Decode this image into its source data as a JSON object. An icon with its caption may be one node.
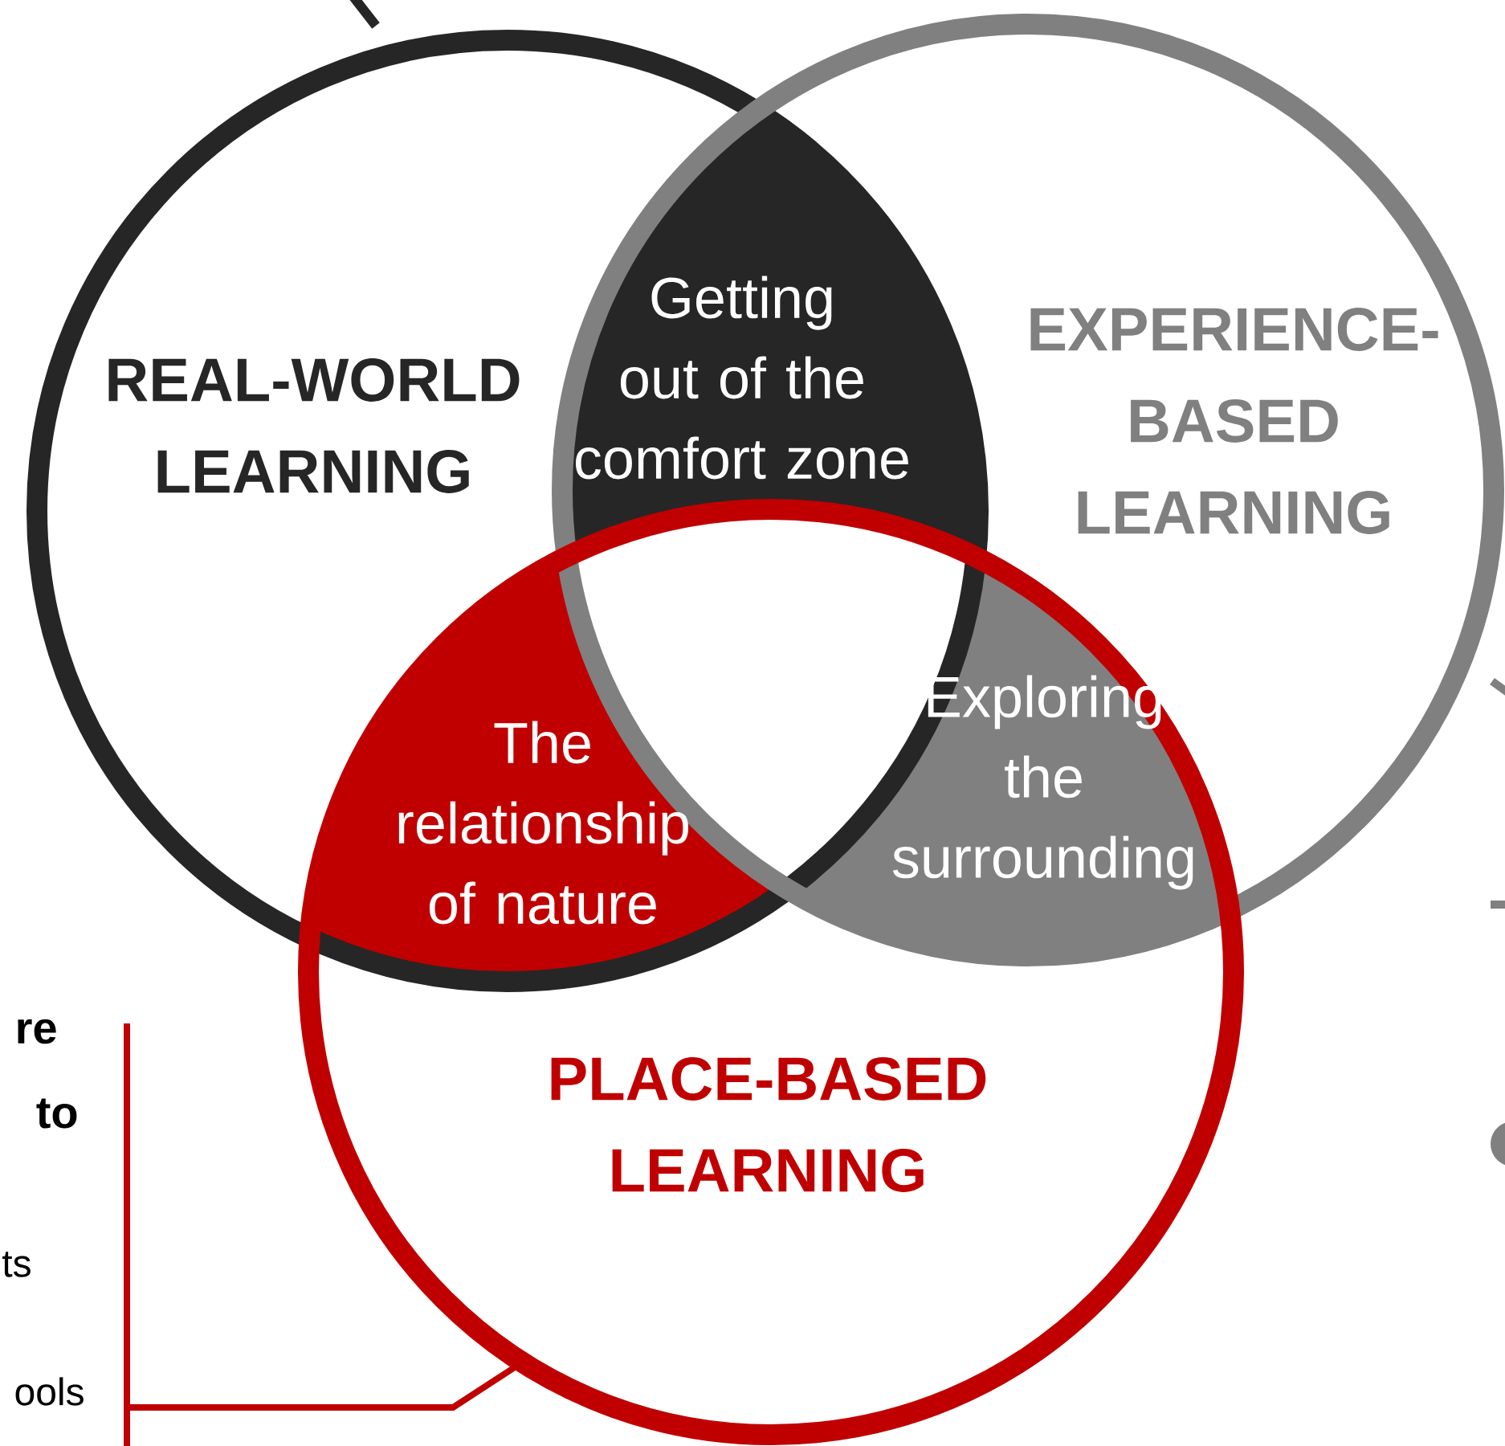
{
  "diagram": {
    "nodes": [
      {
        "text": [
          "REAL-WORLD LEARNING"
        ]
      },
      {
        "text": [
          "EXPERIENCE-BASED LEARNING"
        ]
      },
      {
        "text": [
          "PLACE-BASED LEARNING"
        ]
      },
      {
        "text": [
          "Getting out of the comfort zone"
        ]
      },
      {
        "text": [
          "The relationship of nature"
        ]
      },
      {
        "text": [
          "Exploring the surrounding"
        ]
      }
    ],
    "labels": [
      "re",
      "to",
      "ts",
      "ools"
    ]
  }
}
